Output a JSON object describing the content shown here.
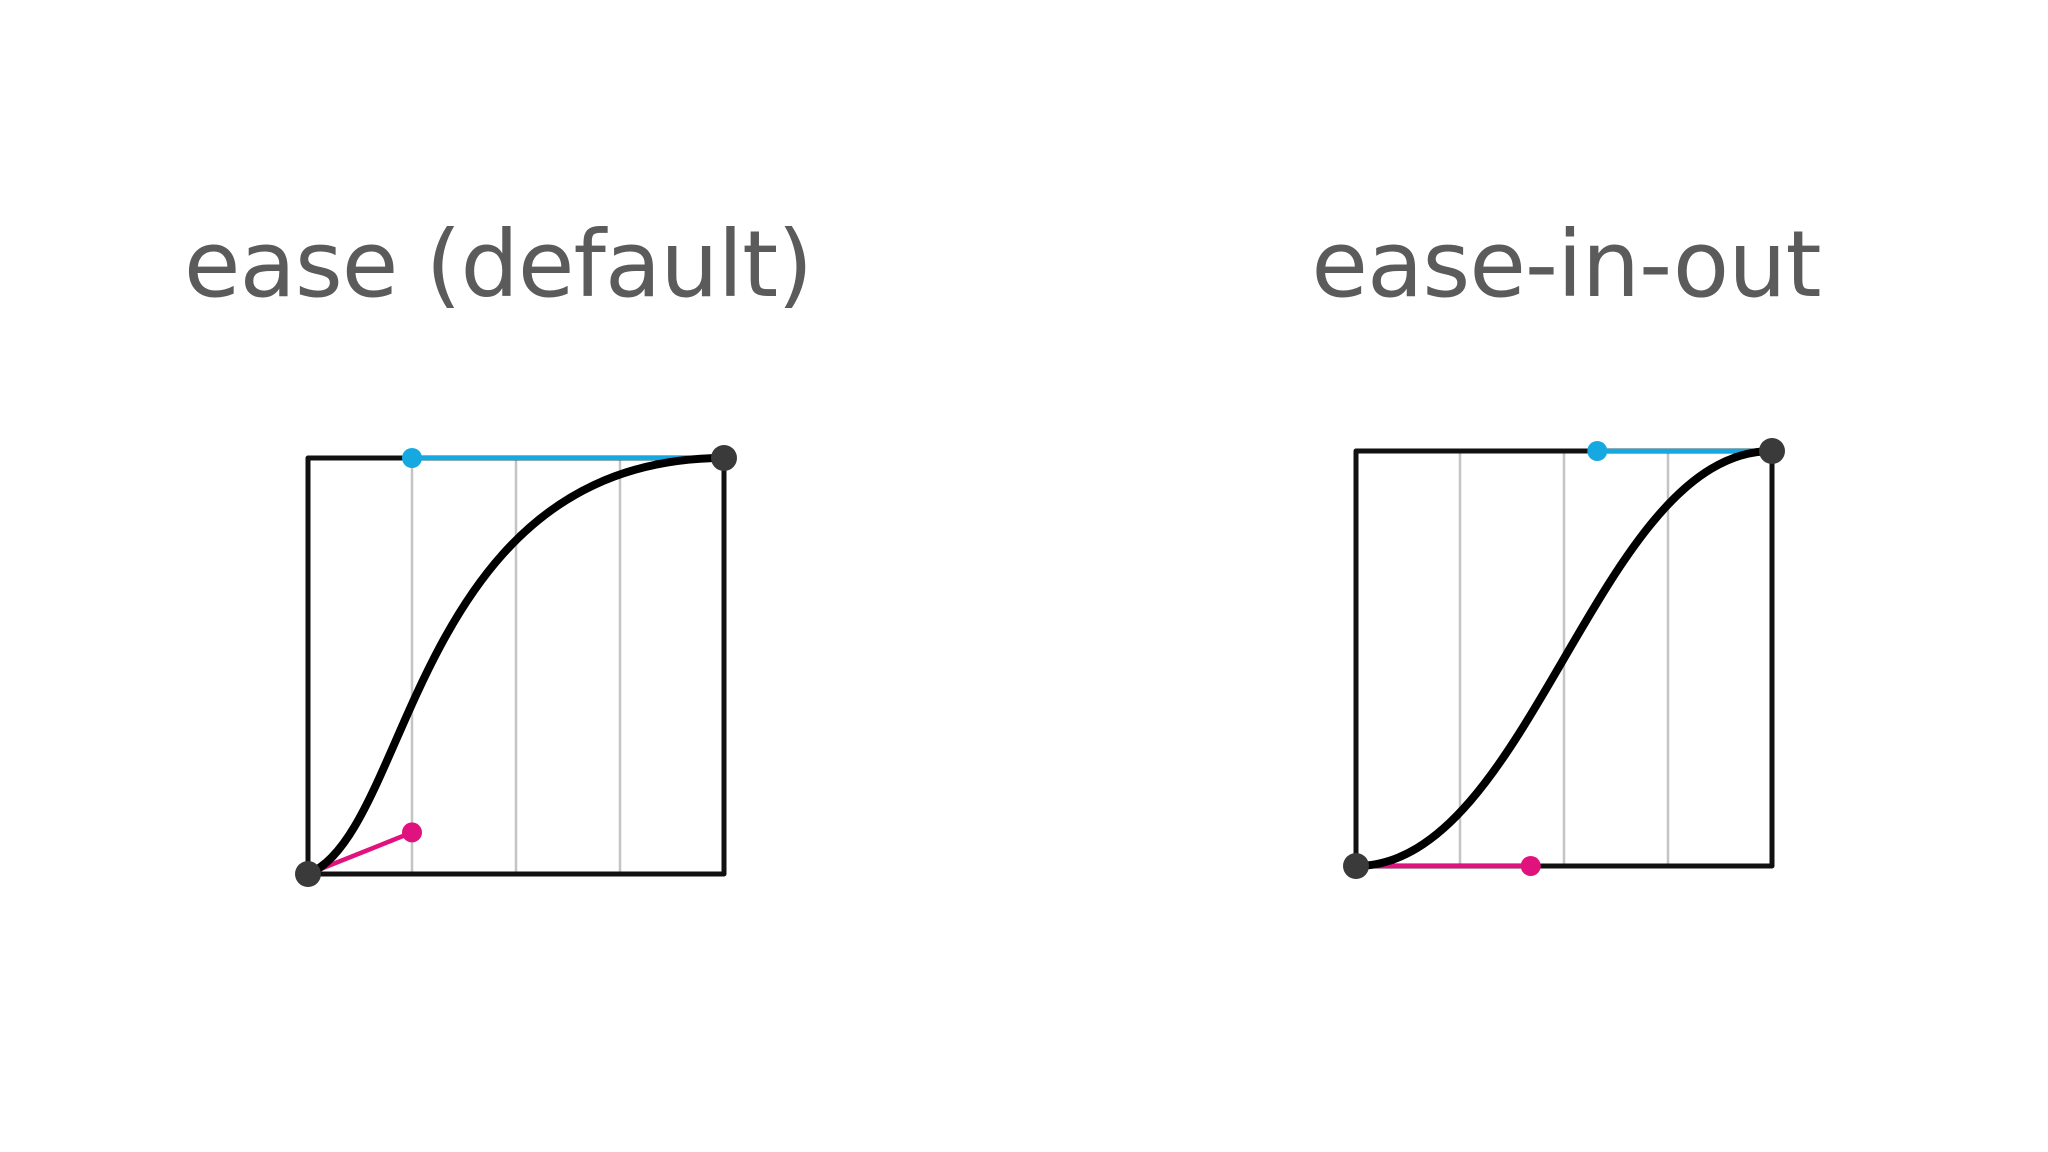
{
  "diagrams": [
    {
      "title": "ease (default)",
      "control_points": {
        "p1": [
          0.25,
          0.1
        ],
        "p2": [
          0.25,
          1.0
        ]
      },
      "colors": {
        "curve": "#000000",
        "frame": "#111111",
        "grid": "#c4c4c4",
        "p1_handle": "#e0137e",
        "p2_handle": "#16a8e0",
        "endpoint": "#3a3a3a"
      }
    },
    {
      "title": "ease-in-out",
      "control_points": {
        "p1": [
          0.42,
          0.0
        ],
        "p2": [
          0.58,
          1.0
        ]
      },
      "colors": {
        "curve": "#000000",
        "frame": "#111111",
        "grid": "#c4c4c4",
        "p1_handle": "#e0137e",
        "p2_handle": "#16a8e0",
        "endpoint": "#3a3a3a"
      }
    }
  ]
}
